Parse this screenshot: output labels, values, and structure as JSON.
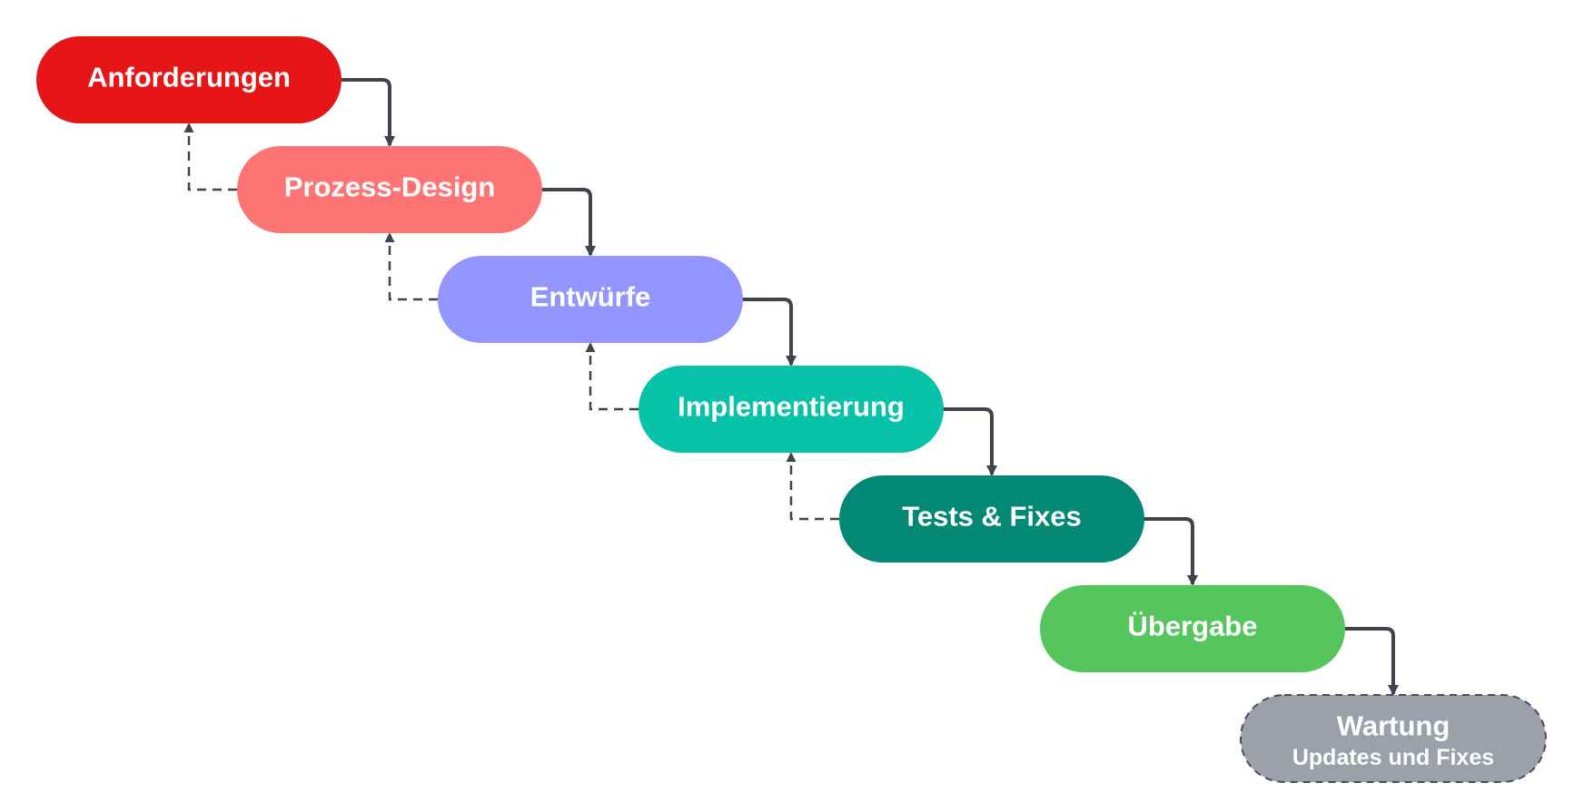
{
  "stages": [
    {
      "label": "Anforderungen",
      "color": "#e61617"
    },
    {
      "label": "Prozess-Design",
      "color": "#fe7474"
    },
    {
      "label": "Entwürfe",
      "color": "#9395fe"
    },
    {
      "label": "Implementierung",
      "color": "#05c2a8"
    },
    {
      "label": "Tests & Fixes",
      "color": "#028875"
    },
    {
      "label": "Übergabe",
      "color": "#55c55e"
    },
    {
      "label": "Wartung",
      "sublabel": "Updates und Fixes",
      "color": "#9ba0aa",
      "dashed": true
    }
  ],
  "connector_color": "#3f434b"
}
